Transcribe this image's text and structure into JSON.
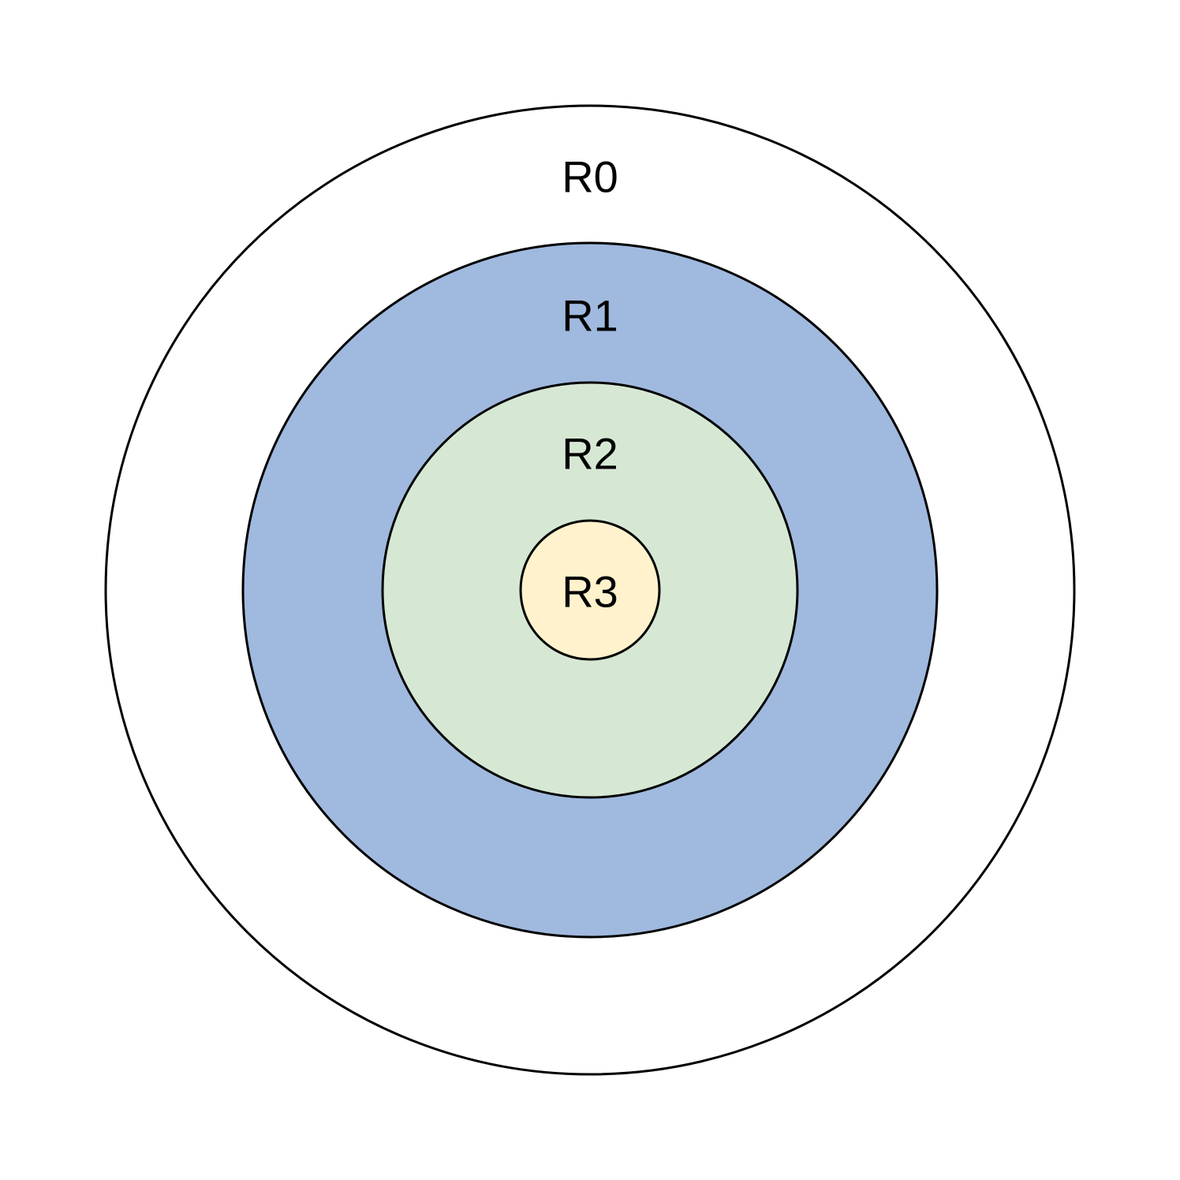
{
  "diagram": {
    "rings": [
      {
        "label": "R0",
        "fill": "#ffffff"
      },
      {
        "label": "R1",
        "fill": "#a0b9de"
      },
      {
        "label": "R2",
        "fill": "#d6e8d4"
      },
      {
        "label": "R3",
        "fill": "#fff2cc"
      }
    ]
  }
}
